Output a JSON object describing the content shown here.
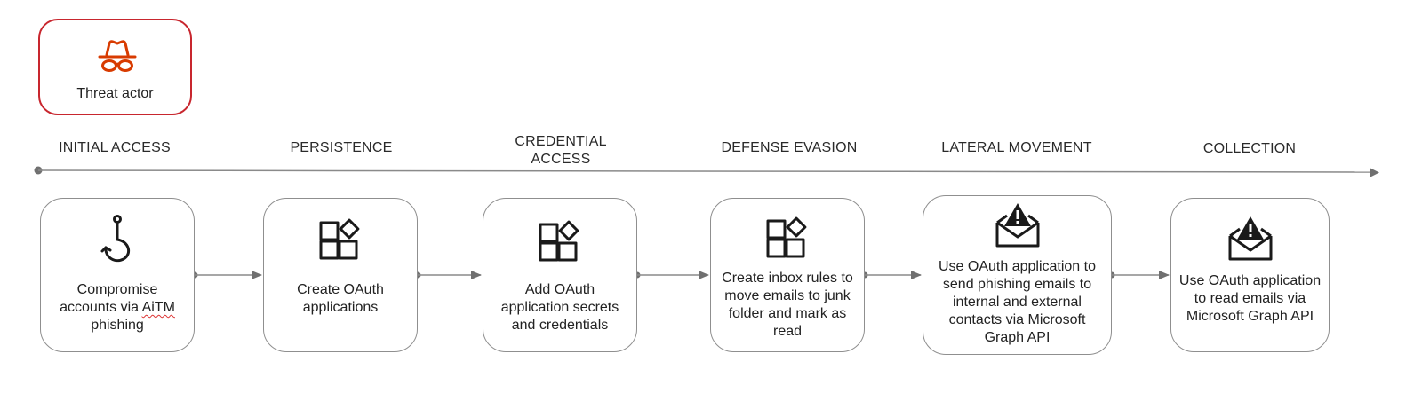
{
  "threat_actor": {
    "label": "Threat actor",
    "icon": "spy-icon",
    "color": "#d83b01"
  },
  "stages": [
    {
      "label": "INITIAL ACCESS"
    },
    {
      "label": "PERSISTENCE"
    },
    {
      "label": "CREDENTIAL ACCESS"
    },
    {
      "label": "DEFENSE EVASION"
    },
    {
      "label": "LATERAL MOVEMENT"
    },
    {
      "label": "COLLECTION"
    }
  ],
  "steps": [
    {
      "text_a": "Compromise accounts via ",
      "text_b": "AiTM",
      "text_c": " phishing",
      "icon": "fishing-hook-icon"
    },
    {
      "text": "Create OAuth applications",
      "icon": "app-add-icon"
    },
    {
      "text": "Add OAuth application secrets and credentials",
      "icon": "app-add-icon"
    },
    {
      "text": "Create inbox rules to move emails to junk folder and mark as read",
      "icon": "app-add-icon"
    },
    {
      "text": "Use OAuth application to send phishing emails to internal and external contacts via Microsoft Graph API",
      "icon": "mail-warning-icon"
    },
    {
      "text": "Use OAuth application to read emails via Microsoft Graph API",
      "icon": "mail-warning-icon"
    }
  ]
}
